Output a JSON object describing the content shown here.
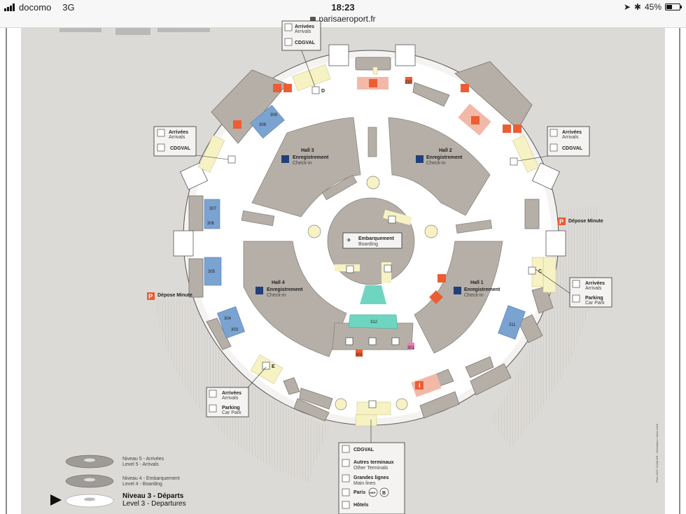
{
  "status_bar": {
    "carrier": "docomo",
    "network": "3G",
    "time": "18:23",
    "url": "parisaeroport.fr",
    "battery": "45%",
    "battery_level": 0.45
  },
  "map": {
    "halls": [
      {
        "name": "Hall 3",
        "label_fr": "Enregistrement",
        "label_en": "Check-in"
      },
      {
        "name": "Hall 2",
        "label_fr": "Enregistrement",
        "label_en": "Check-in"
      },
      {
        "name": "Hall 4",
        "label_fr": "Enregistrement",
        "label_en": "Check-in"
      },
      {
        "name": "Hall 1",
        "label_fr": "Enregistrement",
        "label_en": "Check-in"
      }
    ],
    "center": {
      "label_fr": "Embarquement",
      "label_en": "Boarding"
    },
    "gates": [
      "310",
      "309",
      "308",
      "307",
      "306",
      "305",
      "304",
      "303",
      "302",
      "301",
      "311",
      "312"
    ],
    "door_letters": {
      "d": "D",
      "c": "C",
      "e": "E"
    },
    "callouts": {
      "top": {
        "arrivals_fr": "Arrivées",
        "arrivals_en": "Arrivals",
        "cdgval": "CDGVAL"
      },
      "left": {
        "arrivals_fr": "Arrivées",
        "arrivals_en": "Arrivals",
        "cdgval": "CDGVAL"
      },
      "right": {
        "arrivals_fr": "Arrivées",
        "arrivals_en": "Arrivals",
        "cdgval": "CDGVAL"
      },
      "right_parking": {
        "arrivals_fr": "Arrivées",
        "arrivals_en": "Arrivals",
        "parking_fr": "Parking",
        "parking_en": "Car Park"
      },
      "left_parking": {
        "arrivals_fr": "Arrivées",
        "arrivals_en": "Arrivals",
        "parking_fr": "Parking",
        "parking_en": "Car Park"
      }
    },
    "depose_minute": "Dépose Minute",
    "bottom_box": {
      "cdgval": "CDGVAL",
      "other_fr": "Autres terminaux",
      "other_en": "Other Terminals",
      "mainlines_fr": "Grandes lignes",
      "mainlines_en": "Main lines",
      "paris": "Paris",
      "rer": "RER",
      "b": "B",
      "hotels": "Hôtels"
    },
    "levels": [
      {
        "fr": "Niveau 5 - Arrivées",
        "en": "Level 5 - Arrivals"
      },
      {
        "fr": "Niveau 4 - Embarquement",
        "en": "Level 4 - Boarding"
      },
      {
        "fr": "Niveau 3 - Départs",
        "en": "Level 3 - Departures"
      }
    ],
    "credit": "Plan: ADP / DJAB-BR - Orientation / Mars 2018"
  },
  "colors": {
    "background": "#dcdad6",
    "floor": "#ffffff",
    "hall": "#b5afa8",
    "corridor": "#f6f2c4",
    "gate": "#7ba3d1",
    "service": "#ec5d33",
    "boarding": "#6ed6c0"
  }
}
